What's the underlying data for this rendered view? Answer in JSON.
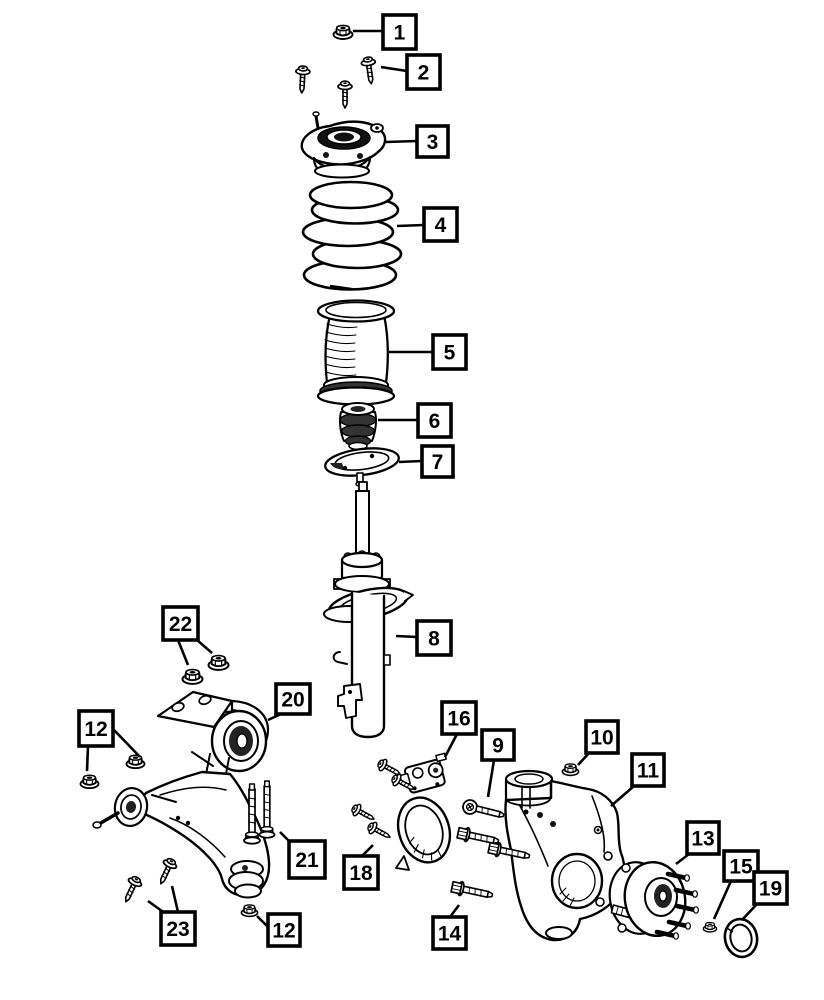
{
  "diagram": {
    "type": "exploded-parts-diagram",
    "colors": {
      "background": "#ffffff",
      "line": "#000000",
      "callout_border": "#000000",
      "callout_text": "#000000"
    }
  },
  "callouts": [
    {
      "label": "1"
    },
    {
      "label": "2"
    },
    {
      "label": "3"
    },
    {
      "label": "4"
    },
    {
      "label": "5"
    },
    {
      "label": "6"
    },
    {
      "label": "7"
    },
    {
      "label": "8"
    },
    {
      "label": "9"
    },
    {
      "label": "10"
    },
    {
      "label": "11"
    },
    {
      "label": "12"
    },
    {
      "label": "12"
    },
    {
      "label": "13"
    },
    {
      "label": "14"
    },
    {
      "label": "15"
    },
    {
      "label": "16"
    },
    {
      "label": "18"
    },
    {
      "label": "19"
    },
    {
      "label": "20"
    },
    {
      "label": "21"
    },
    {
      "label": "22"
    },
    {
      "label": "23"
    }
  ]
}
